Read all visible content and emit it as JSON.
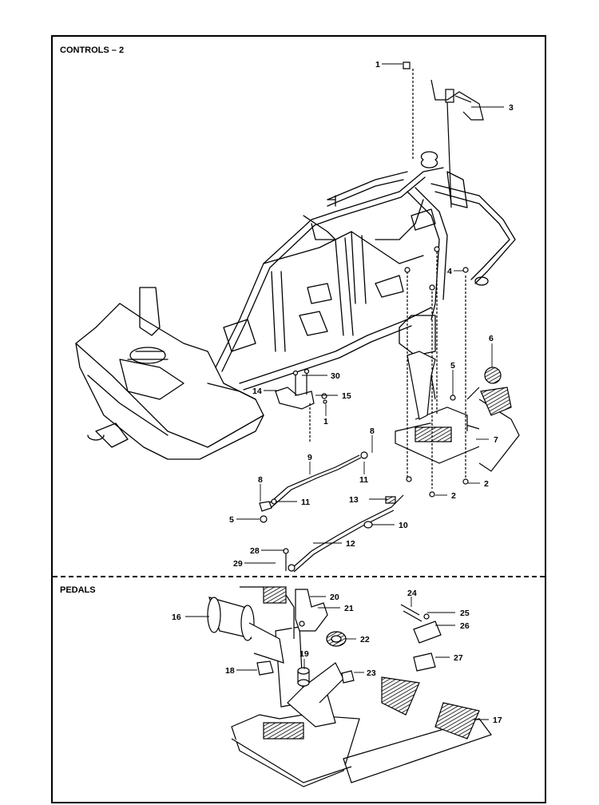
{
  "sections": {
    "controls_title": "CONTROLS – 2",
    "pedals_title": "PEDALS"
  },
  "callouts": {
    "c1_top": "1",
    "c3": "3",
    "c4": "4",
    "c6": "6",
    "c5_upper": "5",
    "c30": "30",
    "c14": "14",
    "c15": "15",
    "c1_mid": "1",
    "c7": "7",
    "c8_right": "8",
    "c9": "9",
    "c8_left": "8",
    "c11_right": "11",
    "c11_left": "11",
    "c2_right": "2",
    "c2_mid": "2",
    "c13": "13",
    "c5_lower": "5",
    "c10": "10",
    "c28": "28",
    "c12": "12",
    "c29": "29",
    "c20": "20",
    "c24": "24",
    "c21": "21",
    "c25": "25",
    "c16": "16",
    "c26": "26",
    "c22": "22",
    "c19": "19",
    "c27": "27",
    "c18": "18",
    "c23": "23",
    "c17": "17"
  },
  "colors": {
    "line": "#000000",
    "paper": "#ffffff",
    "shade": "#888888"
  }
}
